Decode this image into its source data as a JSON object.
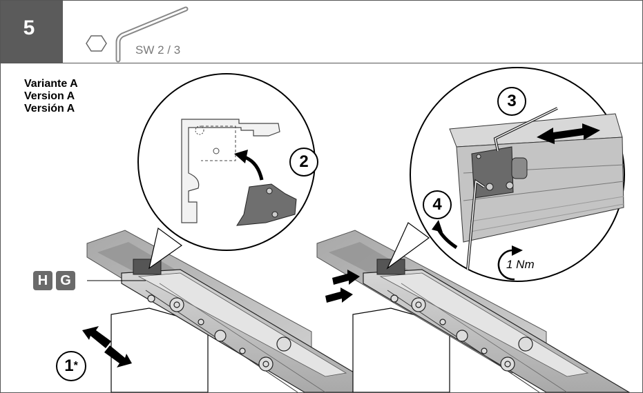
{
  "step": {
    "number": "5"
  },
  "tool": {
    "label": "SW 2 / 3",
    "hex_icon": "hexagon-icon",
    "key_icon": "allen-key-icon"
  },
  "variant": {
    "lines": [
      "Variante A",
      "Version A",
      "Versión A"
    ]
  },
  "badges": {
    "h": "H",
    "g": "G"
  },
  "callouts": {
    "c1": "1",
    "c1_sup": "*",
    "c2": "2",
    "c3": "3",
    "c4": "4"
  },
  "torque": {
    "label": "1 Nm"
  },
  "colors": {
    "step_bg": "#5b5b5b",
    "badge_bg": "#6a6a6a",
    "tool_text": "#7a7a7a",
    "line": "#000000"
  }
}
